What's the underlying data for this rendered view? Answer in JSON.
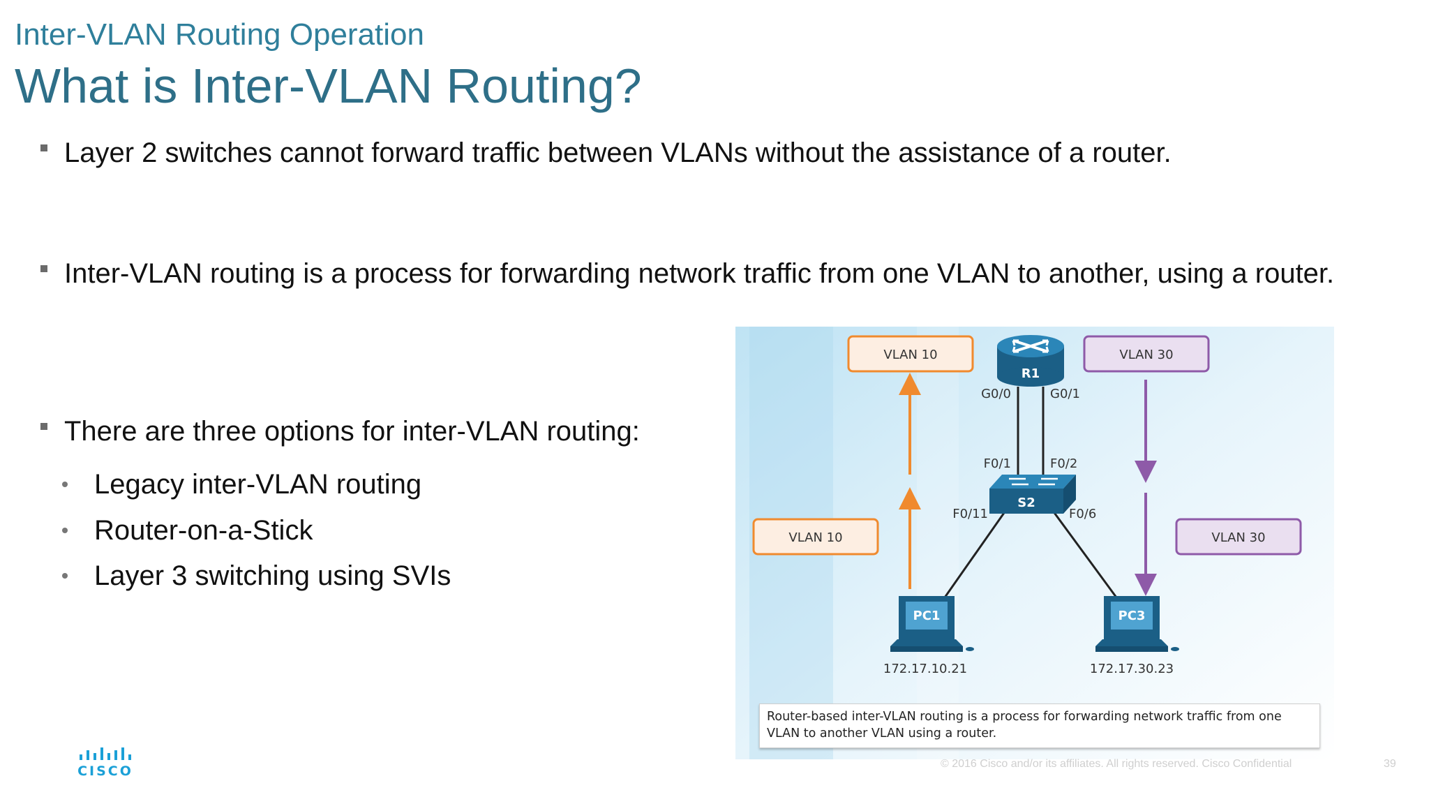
{
  "slide": {
    "subtitle": "Inter-VLAN Routing Operation",
    "title": "What is Inter-VLAN Routing?",
    "bullets": [
      "Layer 2 switches cannot forward traffic between VLANs without the assistance of a router.",
      "Inter-VLAN routing is a process for forwarding network traffic from one VLAN to another, using a router.",
      "There are three options for inter-VLAN routing:"
    ],
    "sub_bullets": [
      "Legacy inter-VLAN routing",
      "Router-on-a-Stick",
      "Layer 3 switching using SVIs"
    ]
  },
  "diagram": {
    "router_label": "R1",
    "switch_label": "S2",
    "pc1_label": "PC1",
    "pc3_label": "PC3",
    "pc1_ip": "172.17.10.21",
    "pc3_ip": "172.17.30.23",
    "port_g00": "G0/0",
    "port_g01": "G0/1",
    "port_f01": "F0/1",
    "port_f02": "F0/2",
    "port_f011": "F0/11",
    "port_f06": "F0/6",
    "vlan10_top": "VLAN 10",
    "vlan30_top": "VLAN 30",
    "vlan10_bottom": "VLAN 10",
    "vlan30_bottom": "VLAN 30",
    "caption": "Router-based inter-VLAN routing is a process for forwarding network traffic from one VLAN to another VLAN using a router.",
    "colors": {
      "orange": "#f08a2e",
      "purple": "#8e5aa8",
      "device": "#1f6e99"
    }
  },
  "footer": {
    "logo_text": "CISCO",
    "copyright": "© 2016  Cisco and/or its affiliates. All rights reserved.   Cisco Confidential",
    "page_number": "39"
  }
}
